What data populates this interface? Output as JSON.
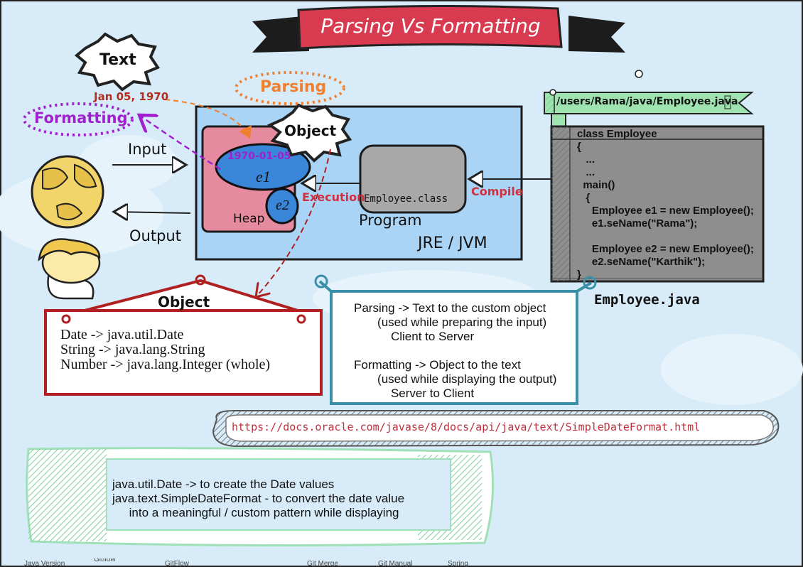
{
  "title": "Parsing Vs Formatting",
  "labels": {
    "text_burst": "Text",
    "date_text": "Jan 05, 1970",
    "formatting": "Formatting",
    "parsing": "Parsing",
    "object_burst": "Object",
    "input": "Input",
    "output": "Output",
    "date_object": "1970-01-05",
    "e1": "e1",
    "e2": "e2",
    "heap": "Heap",
    "execution": "Execution",
    "class_file": "Employee.class",
    "program": "Program",
    "compile": "Compile",
    "jre_jvm": "JRE / JVM",
    "file_path": "/users/Rama/java/Employee.java",
    "java_file": "Employee.java"
  },
  "code": [
    "class Employee",
    "{",
    "   ...",
    "   ...",
    "  main()",
    "   {",
    "     Employee e1 = new Employee();",
    "     e1.seName(\"Rama\");",
    "",
    "     Employee e2 = new Employee();",
    "     e2.seName(\"Karthik\");",
    "}"
  ],
  "object_sign": {
    "title": "Object",
    "lines": [
      "Date -> java.util.Date",
      "String -> java.lang.String",
      "Number -> java.lang.Integer (whole)"
    ]
  },
  "definitions": [
    "Parsing -> Text to the custom object",
    "       (used while preparing the input)",
    "           Client to Server",
    "",
    "Formatting -> Object to the text",
    "       (used while displaying the output)",
    "           Server to Client"
  ],
  "url": "https://docs.oracle.com/javase/8/docs/api/java/text/SimpleDateFormat.html",
  "bottom_note": [
    "java.util.Date -> to create the Date values",
    "java.text.SimpleDateFormat - to convert the date value",
    "     into a meaningful / custom pattern while displaying"
  ],
  "bottom_tabs": [
    "Java Version",
    "Gitflow",
    "GitFlow",
    "Git Merge",
    "Git Manual",
    "Spring"
  ],
  "colors": {
    "background": "#d7ecf8",
    "banner": "#d83a50",
    "jvm_box": "#a9d4f5",
    "heap": "#e68aa0",
    "object_blob": "#3a86d8",
    "program_box": "#a8a8a8",
    "code_box": "#8e8e8e",
    "path_flag": "#9ee3b0",
    "formatting": "#a020d0",
    "parsing": "#f08030",
    "date_text": "#b03020",
    "execution": "#d03040",
    "sign_red": "#b02020",
    "sign_teal": "#3a90a8",
    "note_green": "#9fe0b8"
  }
}
